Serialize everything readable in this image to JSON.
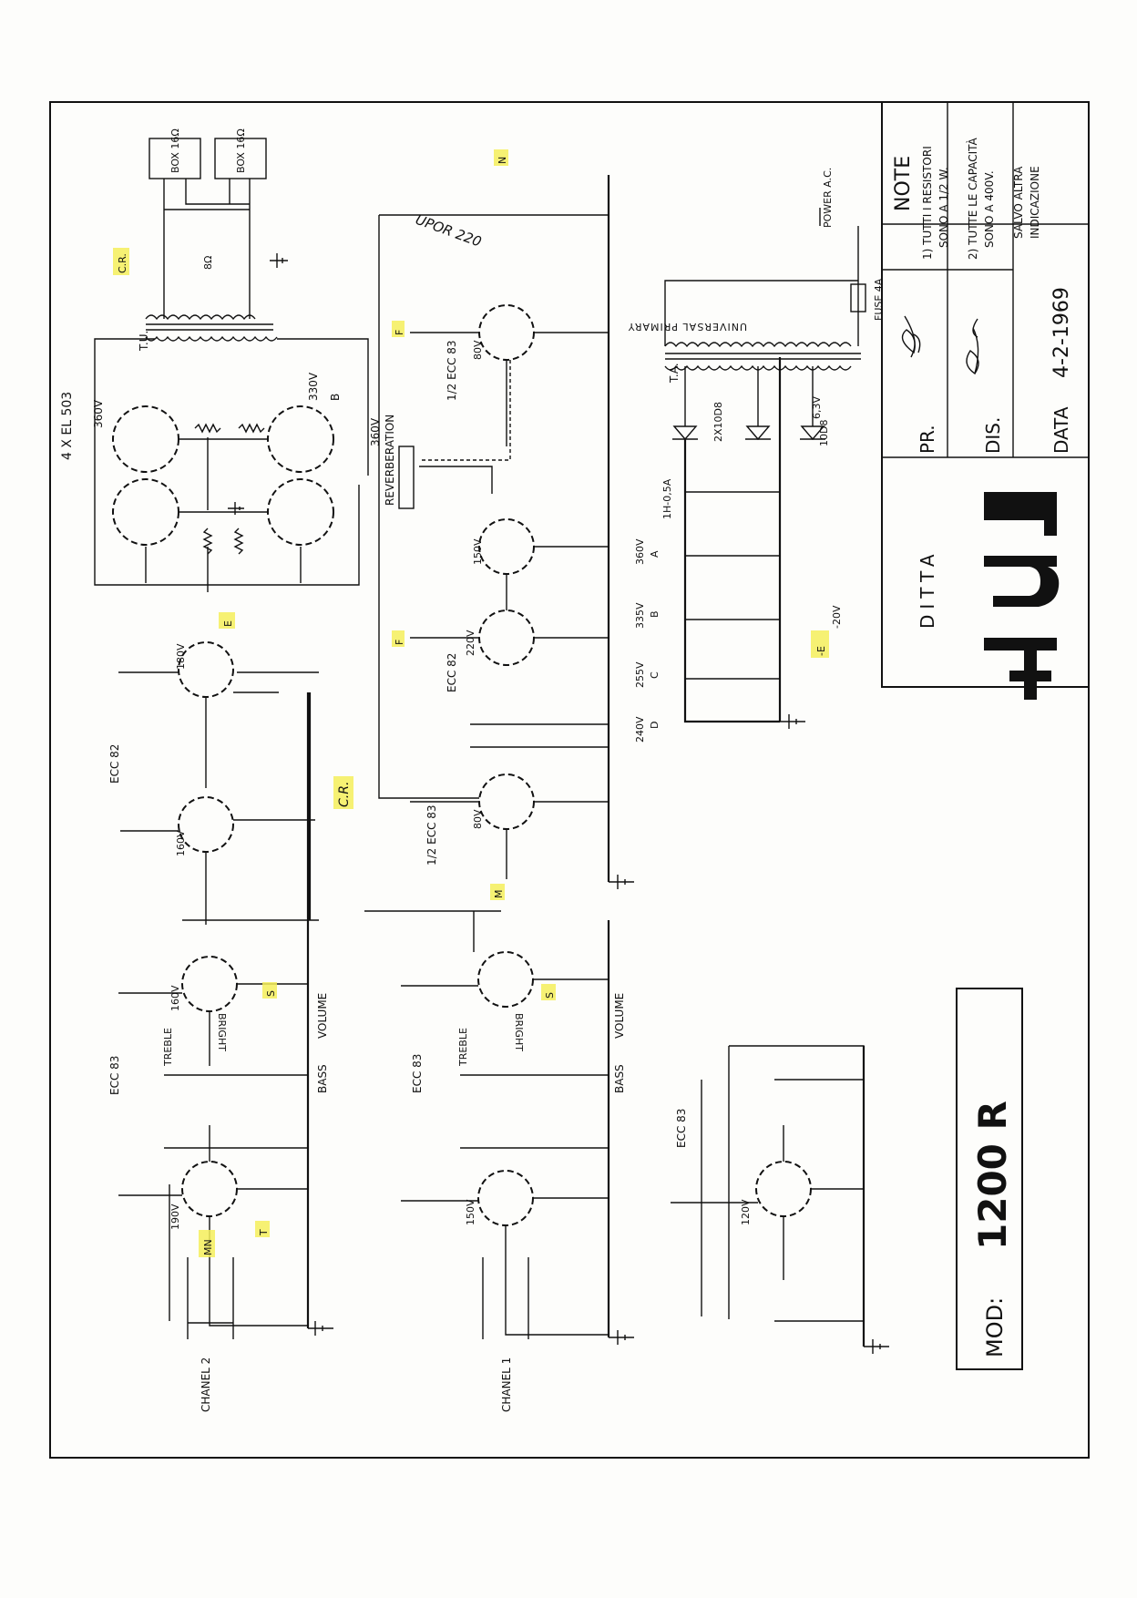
{
  "title_block": {
    "note": "NOTE",
    "note_lines": [
      "1) TUTTI I RESISTORI",
      "SONO A 1/2 W.",
      "2) TUTTE LE CAPACITÀ",
      "SONO A 400V.",
      "SALVO ALTRA",
      "INDICAZIONE"
    ],
    "ditta": "DITTA",
    "pr": "PR.",
    "dis": "DIS.",
    "data_label": "DATA",
    "date": "4-2-1969",
    "logo_text": "FBT"
  },
  "model": {
    "prefix": "MOD:",
    "name": "1200 R"
  },
  "tubes": {
    "output": "4 X EL 503",
    "driver": "ECC 82",
    "ch2_pre": "ECC 83",
    "ch1_pre": "ECC 83",
    "reverb_top": "1/2 ECC 83",
    "reverb_mid": "ECC 82",
    "reverb_bot": "1/2 ECC 83",
    "tremolo": "ECC 83"
  },
  "inputs": {
    "ch2": "CHANEL 2",
    "ch1": "CHANEL 1"
  },
  "controls": {
    "bass": "BASS",
    "volume": "VOLUME",
    "treble": "TREBLE",
    "bright": "BRIGHT",
    "reverberation": "REVERBERATION"
  },
  "power": {
    "primary": "UNIVERSAL PRIMARY",
    "ta": "T.A.",
    "tu": "T.U.",
    "switch": "POWER A.C.",
    "fuse": "FUSE 4A",
    "heater": "6,3V",
    "diodes_a": "2X10D8",
    "diode_b": "10D8",
    "choke": "1H-0,5A"
  },
  "speaker": {
    "box1": "BOX 16Ω",
    "box2": "BOX 16Ω",
    "load": "8Ω"
  },
  "voltages": [
    "360V",
    "360V",
    "330V",
    "180V",
    "160V",
    "190V",
    "160V",
    "150V",
    "80V",
    "220V",
    "150V",
    "80V",
    "120V",
    "360V",
    "335V",
    "255V",
    "240V",
    "-20V"
  ],
  "rail_labels": [
    "A",
    "B",
    "C",
    "D",
    "-E"
  ],
  "handwriting": {
    "upor": "UPOR 220"
  },
  "markers": {
    "cr_top": "C.R.",
    "cr_mid": "C.R.",
    "n_top": "N",
    "m_bot": "M",
    "e_mid": "E",
    "f_top": "F",
    "f_mid": "F",
    "s_ch2": "S",
    "s_ch1": "S",
    "mn": "MN",
    "t": "T",
    "e_neg": "-E"
  }
}
